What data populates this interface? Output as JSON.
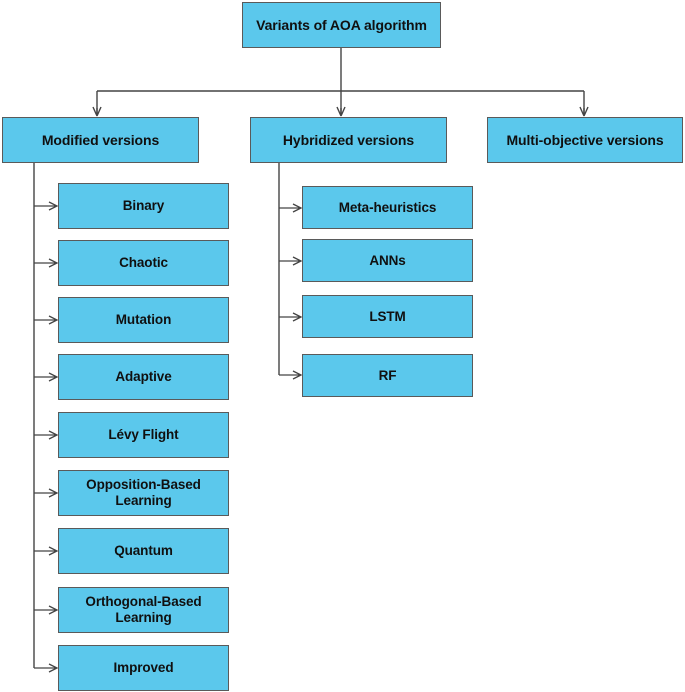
{
  "diagram": {
    "title": "Variants of AOA algorithm",
    "type": "tree-hierarchy",
    "colors": {
      "node_fill": "#5BC8EC",
      "node_border": "#5A5A5A",
      "text": "#101010",
      "connector": "#444444",
      "background": "#FFFFFF"
    },
    "root": {
      "label": "Variants of AOA algorithm"
    },
    "branches": [
      {
        "label": "Modified versions",
        "children": [
          {
            "label": "Binary"
          },
          {
            "label": "Chaotic"
          },
          {
            "label": "Mutation"
          },
          {
            "label": "Adaptive"
          },
          {
            "label": "Lévy Flight"
          },
          {
            "label": "Opposition-Based\nLearning"
          },
          {
            "label": "Quantum"
          },
          {
            "label": "Orthogonal-Based\nLearning"
          },
          {
            "label": "Improved"
          }
        ]
      },
      {
        "label": "Hybridized versions",
        "children": [
          {
            "label": "Meta-heuristics"
          },
          {
            "label": "ANNs"
          },
          {
            "label": "LSTM"
          },
          {
            "label": "RF"
          }
        ]
      },
      {
        "label": "Multi-objective versions",
        "children": []
      }
    ]
  }
}
